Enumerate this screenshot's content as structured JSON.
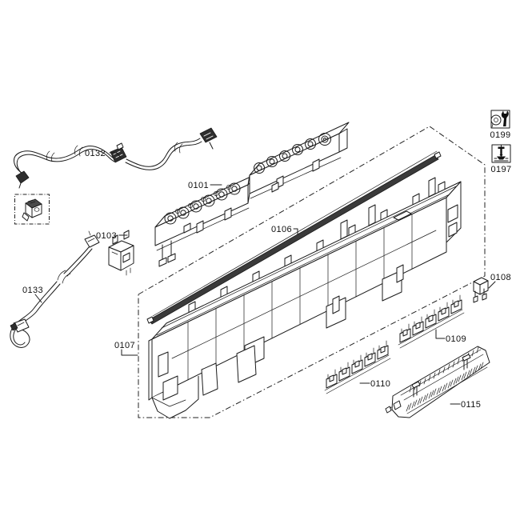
{
  "colors": {
    "line": "#1b1b1b",
    "background": "#ffffff",
    "dark_fill": "#2e2e2e"
  },
  "legend": {
    "items": [
      {
        "icon": "wrench-circle-icon",
        "label": "0199"
      },
      {
        "icon": "screw-insert-icon",
        "label": "0197"
      }
    ]
  },
  "parts": [
    {
      "label": "0132"
    },
    {
      "label": "0101"
    },
    {
      "label": "0106"
    },
    {
      "label": "0103"
    },
    {
      "label": "0133"
    },
    {
      "label": "0107"
    },
    {
      "label": "0108"
    },
    {
      "label": "0109"
    },
    {
      "label": "0110"
    },
    {
      "label": "0115"
    }
  ]
}
